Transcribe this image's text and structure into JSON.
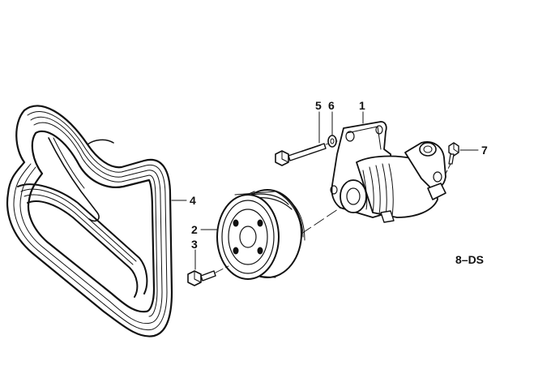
{
  "callouts": {
    "c1": "1",
    "c2": "2",
    "c3": "3",
    "c4": "4",
    "c5": "5",
    "c6": "6",
    "c7": "7",
    "ref": "8–DS"
  },
  "parts": [
    {
      "id": "1",
      "icon": "power-steering-pump"
    },
    {
      "id": "2",
      "icon": "pulley"
    },
    {
      "id": "3",
      "icon": "hex-bolt"
    },
    {
      "id": "4",
      "icon": "ribbed-v-belt"
    },
    {
      "id": "5",
      "icon": "long-hex-bolt"
    },
    {
      "id": "6",
      "icon": "washer"
    },
    {
      "id": "7",
      "icon": "hex-bolt"
    }
  ],
  "colors": {
    "ink": "#111111",
    "paper": "#ffffff"
  }
}
